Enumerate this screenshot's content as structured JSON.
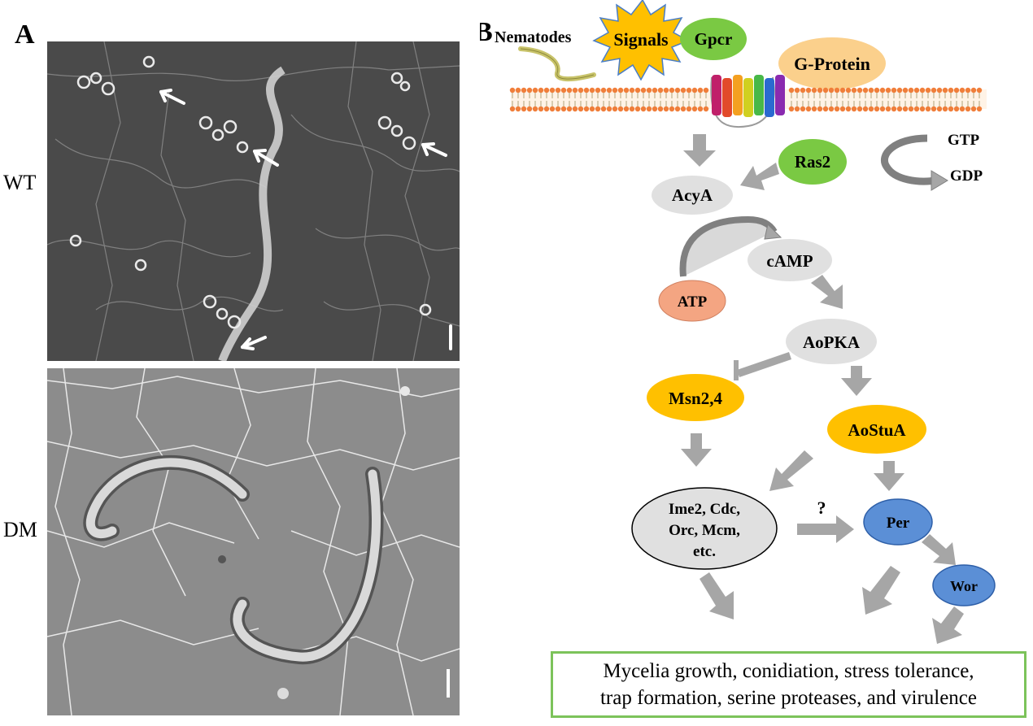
{
  "panel_a": {
    "letter": "A",
    "row_labels": [
      "WT",
      "DM"
    ]
  },
  "panel_b": {
    "letter": "B",
    "nodes": {
      "nematodes": "Nematodes",
      "signals": "Signals",
      "gpcr": "Gpcr",
      "g_protein": "G-Protein",
      "ras2": "Ras2",
      "gtp": "GTP",
      "gdp": "GDP",
      "acya": "AcyA",
      "camp": "cAMP",
      "atp": "ATP",
      "aopka": "AoPKA",
      "msn": "Msn2,4",
      "aostua": "AoStuA",
      "targets_line1": "Ime2, Cdc,",
      "targets_line2": "Orc, Mcm,",
      "targets_line3": "etc.",
      "question": "?",
      "per": "Per",
      "wor": "Wor"
    },
    "summary": {
      "line1": "Mycelia growth, conidiation, stress tolerance,",
      "line2": "trap formation, serine proteases, and virulence"
    },
    "colors": {
      "green_node": "#7ac943",
      "grey_node": "#e0e0e0",
      "yellow_node": "#ffc000",
      "atp_node": "#f4a582",
      "blue_node": "#5b8fd6",
      "g_protein": "#fbd08c",
      "arrow_grey": "#a6a6a6",
      "box_border": "#7cc35a"
    }
  }
}
